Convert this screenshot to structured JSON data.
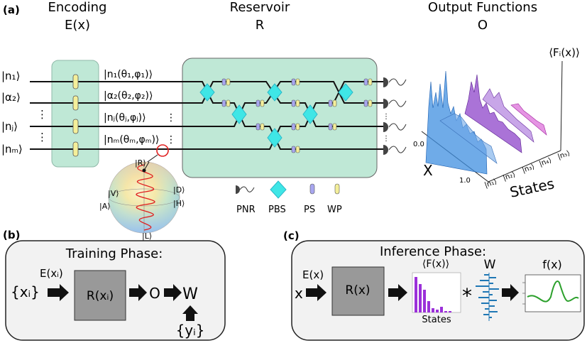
{
  "panel_a": {
    "tag": "(a)",
    "encoding": {
      "title": "Encoding",
      "symbol": "E(x)"
    },
    "reservoir": {
      "title": "Reservoir",
      "symbol": "R"
    },
    "output": {
      "title": "Output Functions",
      "symbol": "O",
      "axis_label": "⟨Fᵢ(x)⟩"
    },
    "inputs": [
      "|n₁⟩",
      "|α₂⟩",
      "|nⱼ⟩",
      "|nₘ⟩"
    ],
    "encoded": [
      "|n₁(θ₁,φ₁)⟩",
      "|α₂(θ₂,φ₂)⟩",
      "|nⱼ(θⱼ,φⱼ)⟩",
      "|nₘ(θₘ,φₘ)⟩"
    ],
    "dots": "⋮",
    "sphere_labels": {
      "R": "|R⟩",
      "V": "|V⟩",
      "A": "|A⟩",
      "D": "|D⟩",
      "H": "|H⟩",
      "L": "|L⟩"
    },
    "legend": [
      "PNR",
      "PBS",
      "PS",
      "WP"
    ],
    "plot3d": {
      "x_label": "X",
      "x_ticks": [
        "0.0",
        "1.0"
      ],
      "states_label": "States",
      "state_ticks": [
        "|n₁⟩",
        "|n₂⟩",
        "|n₃⟩",
        "|n₄⟩",
        "|n₅⟩"
      ],
      "colors": [
        "#3f8fe0",
        "#6fa8e8",
        "#8e44c9",
        "#a36ad8",
        "#d44fd0"
      ]
    }
  },
  "panel_b": {
    "tag": "(b)",
    "title": "Training Phase:",
    "input_set": "{xᵢ}",
    "encode": "E(xᵢ)",
    "reservoir": "R(xᵢ)",
    "output": "O",
    "weights": "W",
    "targets": "{yᵢ}"
  },
  "panel_c": {
    "tag": "(c)",
    "title": "Inference Phase:",
    "input": "x",
    "encode": "E(x)",
    "reservoir": "R(x)",
    "features": "⟨F(x)⟩",
    "states": "States",
    "weights": "W",
    "times": "*",
    "func": "f(x)",
    "accent": "#9b30d9",
    "weight_color": "#1f77b4",
    "curve_color": "#2ca02c"
  }
}
